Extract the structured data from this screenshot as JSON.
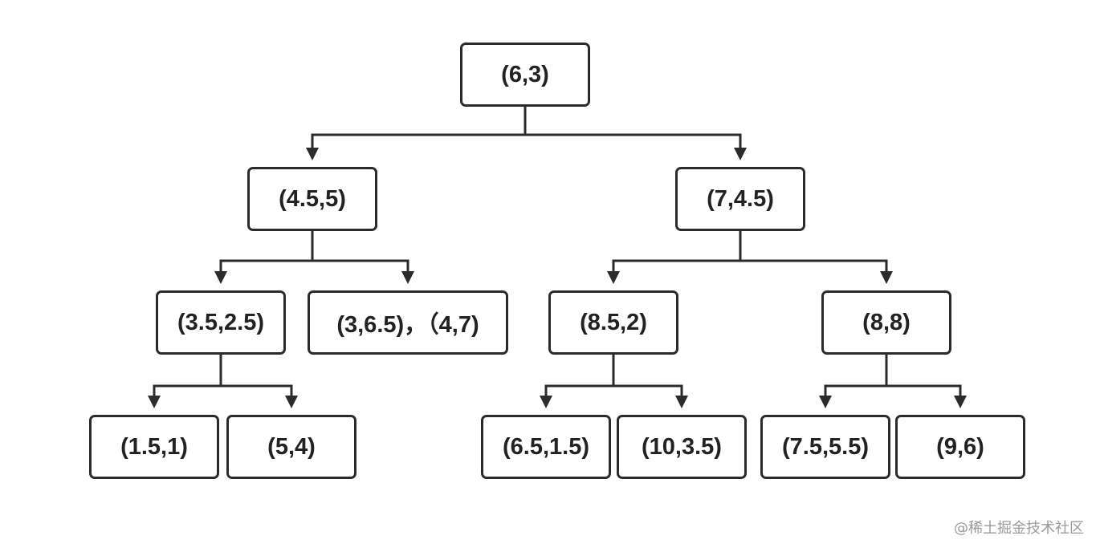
{
  "tree": {
    "root": "(6,3)",
    "level1": [
      "(4.5,5)",
      "(7,4.5)"
    ],
    "level2": [
      "(3.5,2.5)",
      "(3,6.5)，（4,7)",
      "(8.5,2)",
      "(8,8)"
    ],
    "level3": [
      "(1.5,1)",
      "(5,4)",
      "(6.5,1.5)",
      "(10,3.5)",
      "(7.5,5.5)",
      "(9,6)"
    ]
  },
  "watermark": "@稀土掘金技术社区",
  "colors": {
    "stroke": "#2b2b2b",
    "text": "#222222",
    "watermark": "#9a9a9a",
    "background": "#ffffff"
  }
}
